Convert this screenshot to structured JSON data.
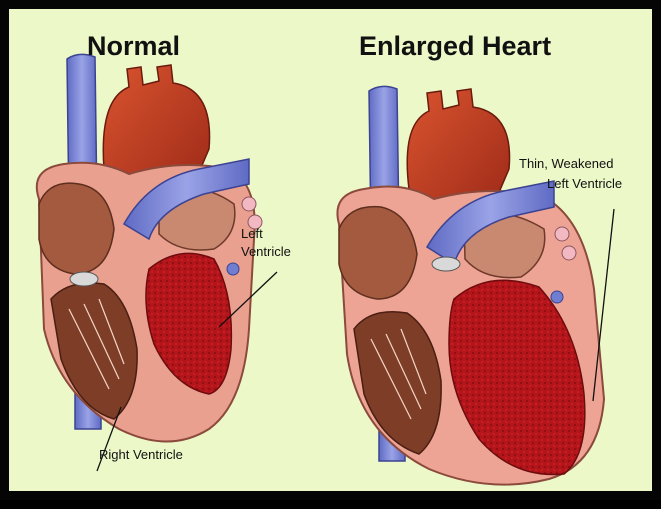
{
  "titles": {
    "normal": "Normal",
    "enlarged": "Enlarged Heart"
  },
  "labels": {
    "left_ventricle_line1": "Left",
    "left_ventricle_line2": "Ventricle",
    "right_ventricle": "Right Ventricle",
    "thin_weakened_line1": "Thin, Weakened",
    "thin_weakened_line2": "Left Ventricle"
  },
  "colors": {
    "background": "#ecf8c8",
    "frame": "#050505",
    "vessel_blue": "#7b86d6",
    "aorta_red": "#c23a22",
    "muscle_pink": "#f0a496",
    "ventricle_red": "#b3151a"
  }
}
